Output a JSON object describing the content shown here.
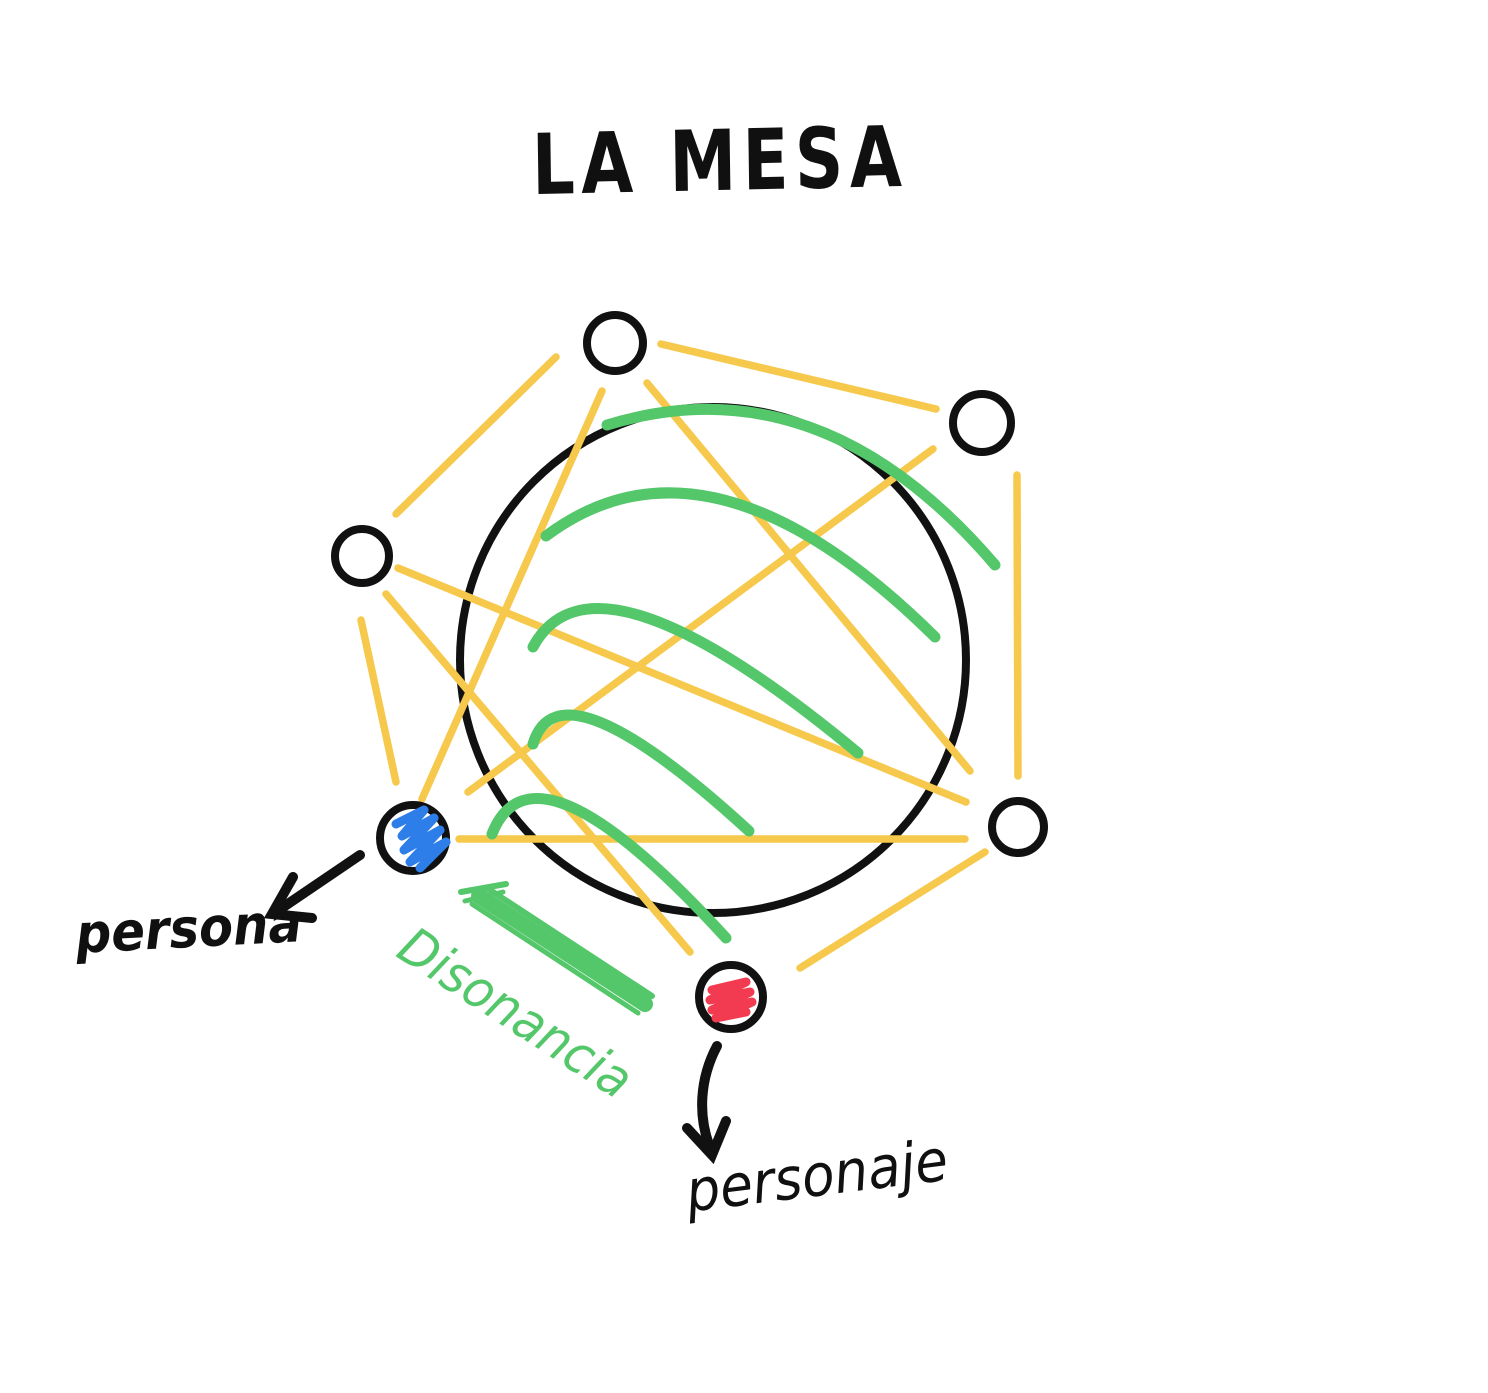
{
  "title": "LA MESA",
  "labels": {
    "persona": "persona",
    "personaje": "personaje",
    "disonancia": "Disonancia"
  },
  "colors": {
    "relation_yellow": "#F6C84B",
    "dissonance_green": "#55C76B",
    "persona_blue": "#2E7EE9",
    "personaje_red": "#F23B50",
    "ink_black": "#111111",
    "background": "#FFFFFF"
  },
  "nodes": {
    "total_seats": 6,
    "blue_filled_label": "persona",
    "red_filled_label": "personaje"
  }
}
